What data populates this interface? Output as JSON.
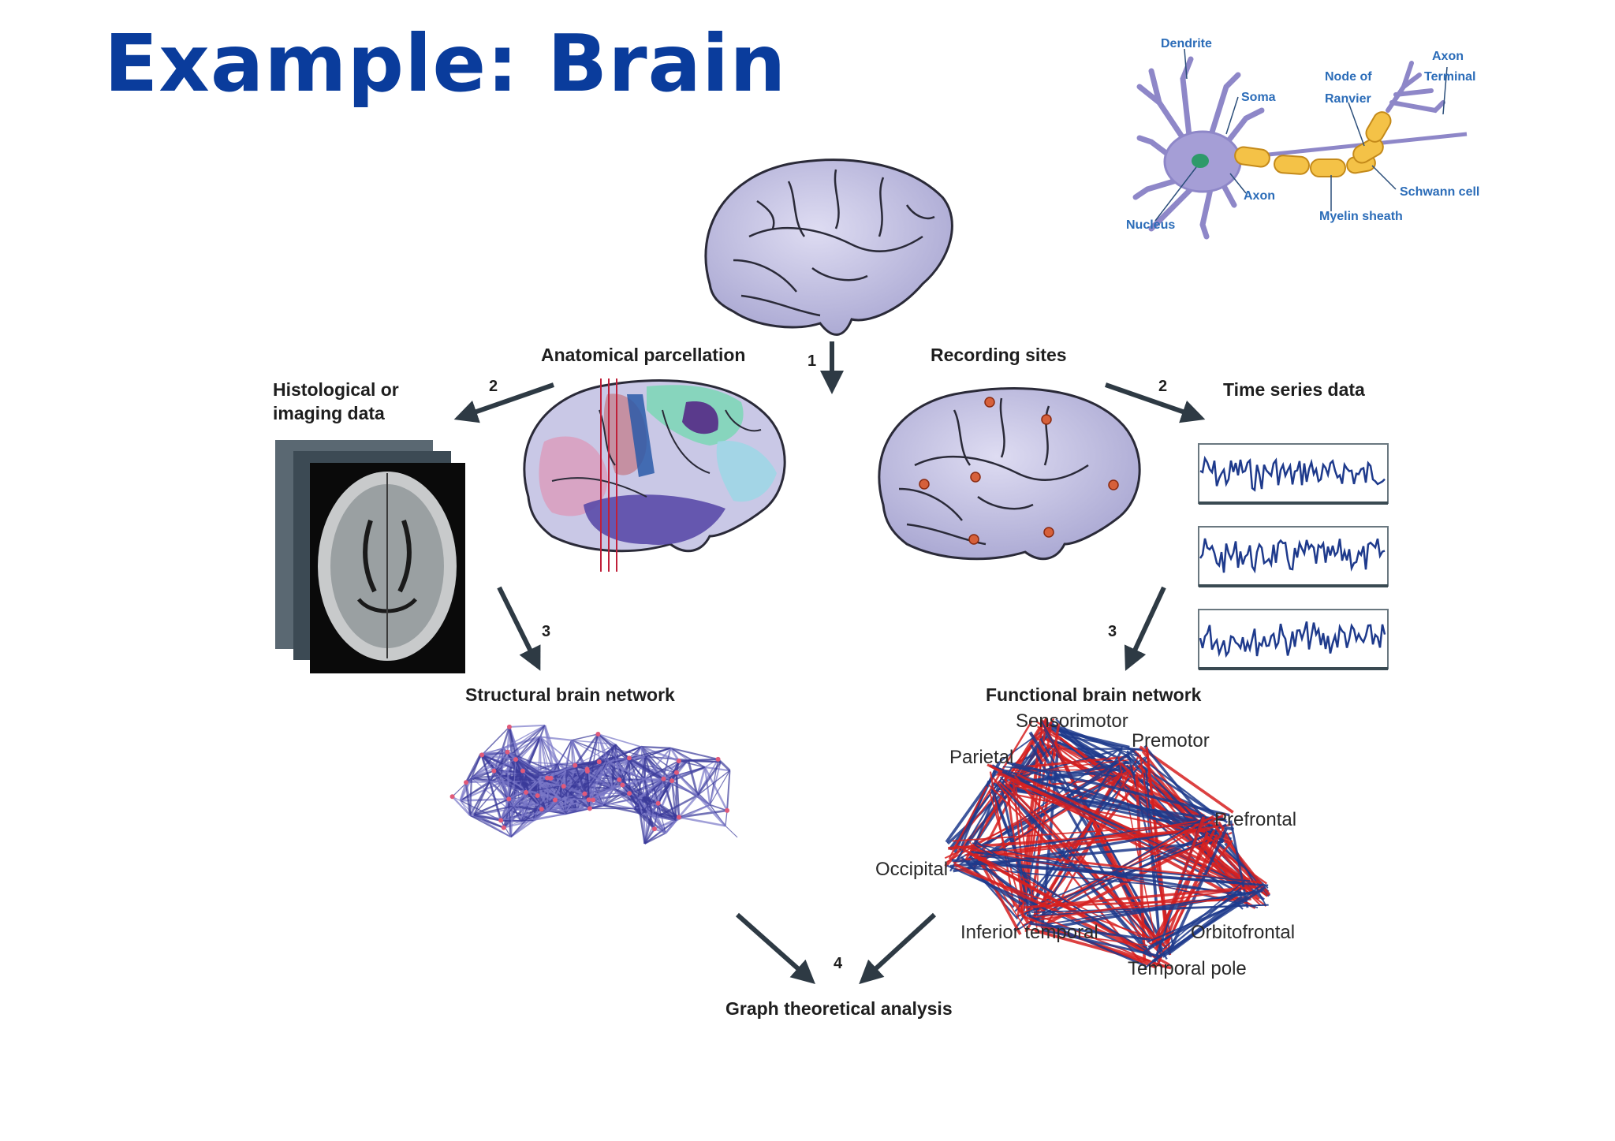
{
  "slide": {
    "title": "Example: Brain"
  },
  "neuron": {
    "labels": {
      "dendrite": "Dendrite",
      "soma": "Soma",
      "node_of": "Node of",
      "ranvier": "Ranvier",
      "axon_terminal_1": "Axon",
      "axon_terminal_2": "Terminal",
      "axon": "Axon",
      "schwann_cell": "Schwann cell",
      "myelin_sheath": "Myelin sheath",
      "nucleus": "Nucleus"
    }
  },
  "pipeline": {
    "step_numbers": {
      "s1": "1",
      "s2_left": "2",
      "s2_right": "2",
      "s3_left": "3",
      "s3_right": "3",
      "s4": "4"
    },
    "labels": {
      "anatomical_parcellation": "Anatomical parcellation",
      "recording_sites": "Recording sites",
      "histological_1": "Histological or",
      "histological_2": "imaging data",
      "time_series": "Time series data",
      "structural_network": "Structural brain network",
      "functional_network": "Functional brain network",
      "graph_analysis": "Graph theoretical analysis"
    },
    "regions": {
      "sensorimotor": "Sensorimotor",
      "premotor": "Premotor",
      "parietal": "Parietal",
      "prefrontal": "Prefrontal",
      "occipital": "Occipital",
      "inferior_temporal": "Inferior temporal",
      "orbitofrontal": "Orbitofrontal",
      "temporal_pole": "Temporal pole"
    }
  },
  "colors": {
    "title": "#0a3c9c",
    "brain_fill": "#c9c8e6",
    "network_red": "#d62020",
    "network_blue": "#1e3a8c",
    "signal": "#1e3a8c",
    "neuron_label": "#2b6cb8"
  }
}
